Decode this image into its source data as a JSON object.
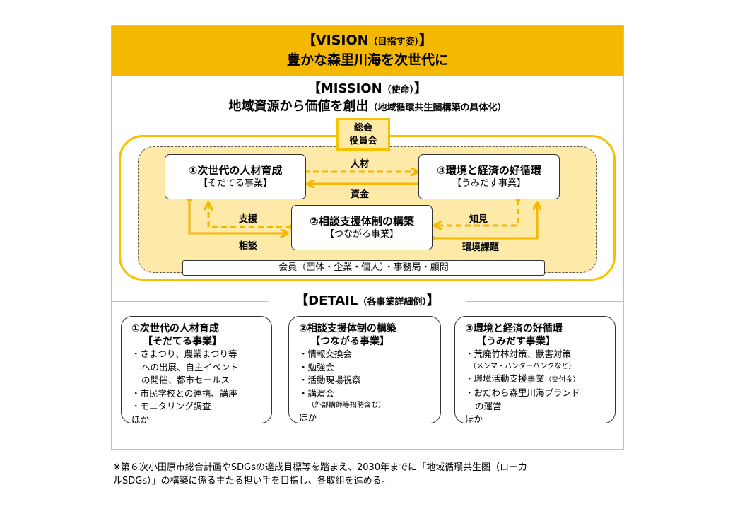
{
  "vision": {
    "head": "【VISION",
    "head_sub": "（目指す姿）",
    "head_end": "】",
    "text": "豊かな森里川海を次世代に"
  },
  "mission": {
    "head": "【MISSION",
    "head_sub": "（使命）",
    "head_end": "】",
    "text": "地域資源から価値を創出",
    "text_sub": "（地域循環共生圏構築の具体化）"
  },
  "soukai": {
    "line1": "総会",
    "line2": "役員会"
  },
  "nodes": {
    "n1": {
      "title": "①次世代の人材育成",
      "sub": "【そだてる事業】"
    },
    "n2": {
      "title": "②相談支援体制の構築",
      "sub": "【つながる事業】"
    },
    "n3": {
      "title": "③環境と経済の好循環",
      "sub": "【うみだす事業】"
    }
  },
  "arrows": {
    "jinzai": "人材",
    "shikin": "資金",
    "shien": "支援",
    "soudan": "相談",
    "chiken": "知見",
    "kadai": "環境課題"
  },
  "members": "会員（団体・企業・個人）・事務局・顧問",
  "detail": {
    "head": "【DETAIL",
    "head_sub": "（各事業詳細例）",
    "head_end": "】",
    "box1": {
      "title": "①次世代の人材育成",
      "sub": "【そだてる事業】",
      "l1": "・さまつり、農業まつり等",
      "l2": "への出展、自主イベント",
      "l3": "の開催、都市セールス",
      "l4": "・市民学校との連携、講座",
      "l5": "・モニタリング調査",
      "l6": "ほか"
    },
    "box2": {
      "title": "②相談支援体制の構築",
      "sub": "【つながる事業】",
      "l1": "・情報交換会",
      "l2": "・勉強会",
      "l3": "・活動現場視察",
      "l4": "・講演会",
      "l5": "（外部講師等招聘含む）",
      "l6": "ほか"
    },
    "box3": {
      "title": "③環境と経済の好循環",
      "sub": "【うみだす事業】",
      "l1": "・荒廃竹林対策、獣害対策",
      "l2": "（メンマ・ハンターバンクなど）",
      "l3": "・環境活動支援事業",
      "l3_sub": "（交付金）",
      "l4": "・おだわら森里川海ブランド",
      "l5": "の運営",
      "l6": "ほか"
    }
  },
  "footnote": {
    "line1": "※第６次小田原市総合計画やSDGsの達成目標等を踏まえ、2030年までに「地域循環共生圏（ローカ",
    "line2": "ルSDGs）」の構築に係る主たる担い手を目指し、各取組を進める。"
  },
  "colors": {
    "accent": "#f5b800",
    "frame": "#f2c230",
    "light": "#fde9a8"
  }
}
